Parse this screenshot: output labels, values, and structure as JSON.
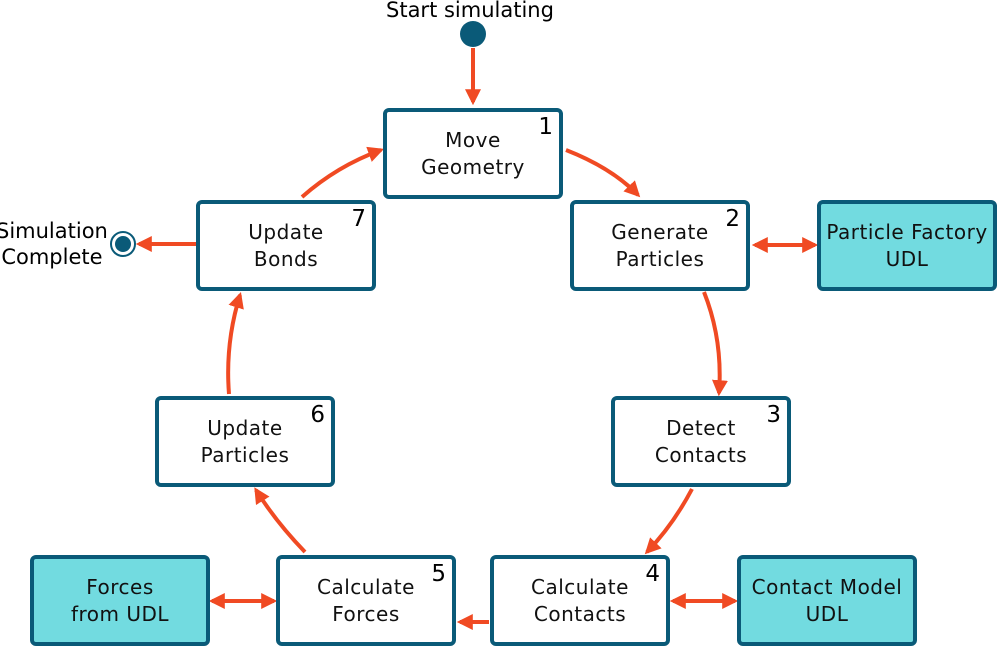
{
  "start": {
    "label": "Start simulating"
  },
  "end": {
    "label": "Simulation\nComplete"
  },
  "steps": [
    {
      "id": "move-geometry",
      "label": "Move\nGeometry",
      "number": "1"
    },
    {
      "id": "generate-particles",
      "label": "Generate\nParticles",
      "number": "2"
    },
    {
      "id": "detect-contacts",
      "label": "Detect\nContacts",
      "number": "3"
    },
    {
      "id": "calculate-contacts",
      "label": "Calculate\nContacts",
      "number": "4"
    },
    {
      "id": "calculate-forces",
      "label": "Calculate\nForces",
      "number": "5"
    },
    {
      "id": "update-particles",
      "label": "Update\nParticles",
      "number": "6"
    },
    {
      "id": "update-bonds",
      "label": "Update\nBonds",
      "number": "7"
    }
  ],
  "udl": [
    {
      "id": "particle-factory",
      "label": "Particle Factory\nUDL"
    },
    {
      "id": "contact-model",
      "label": "Contact Model\nUDL"
    },
    {
      "id": "forces-udl",
      "label": "Forces\nfrom UDL"
    }
  ],
  "colors": {
    "box_border": "#0a5a78",
    "udl_fill": "#72dbe0",
    "arrow": "#f04a23",
    "node": "#0a5a78"
  }
}
